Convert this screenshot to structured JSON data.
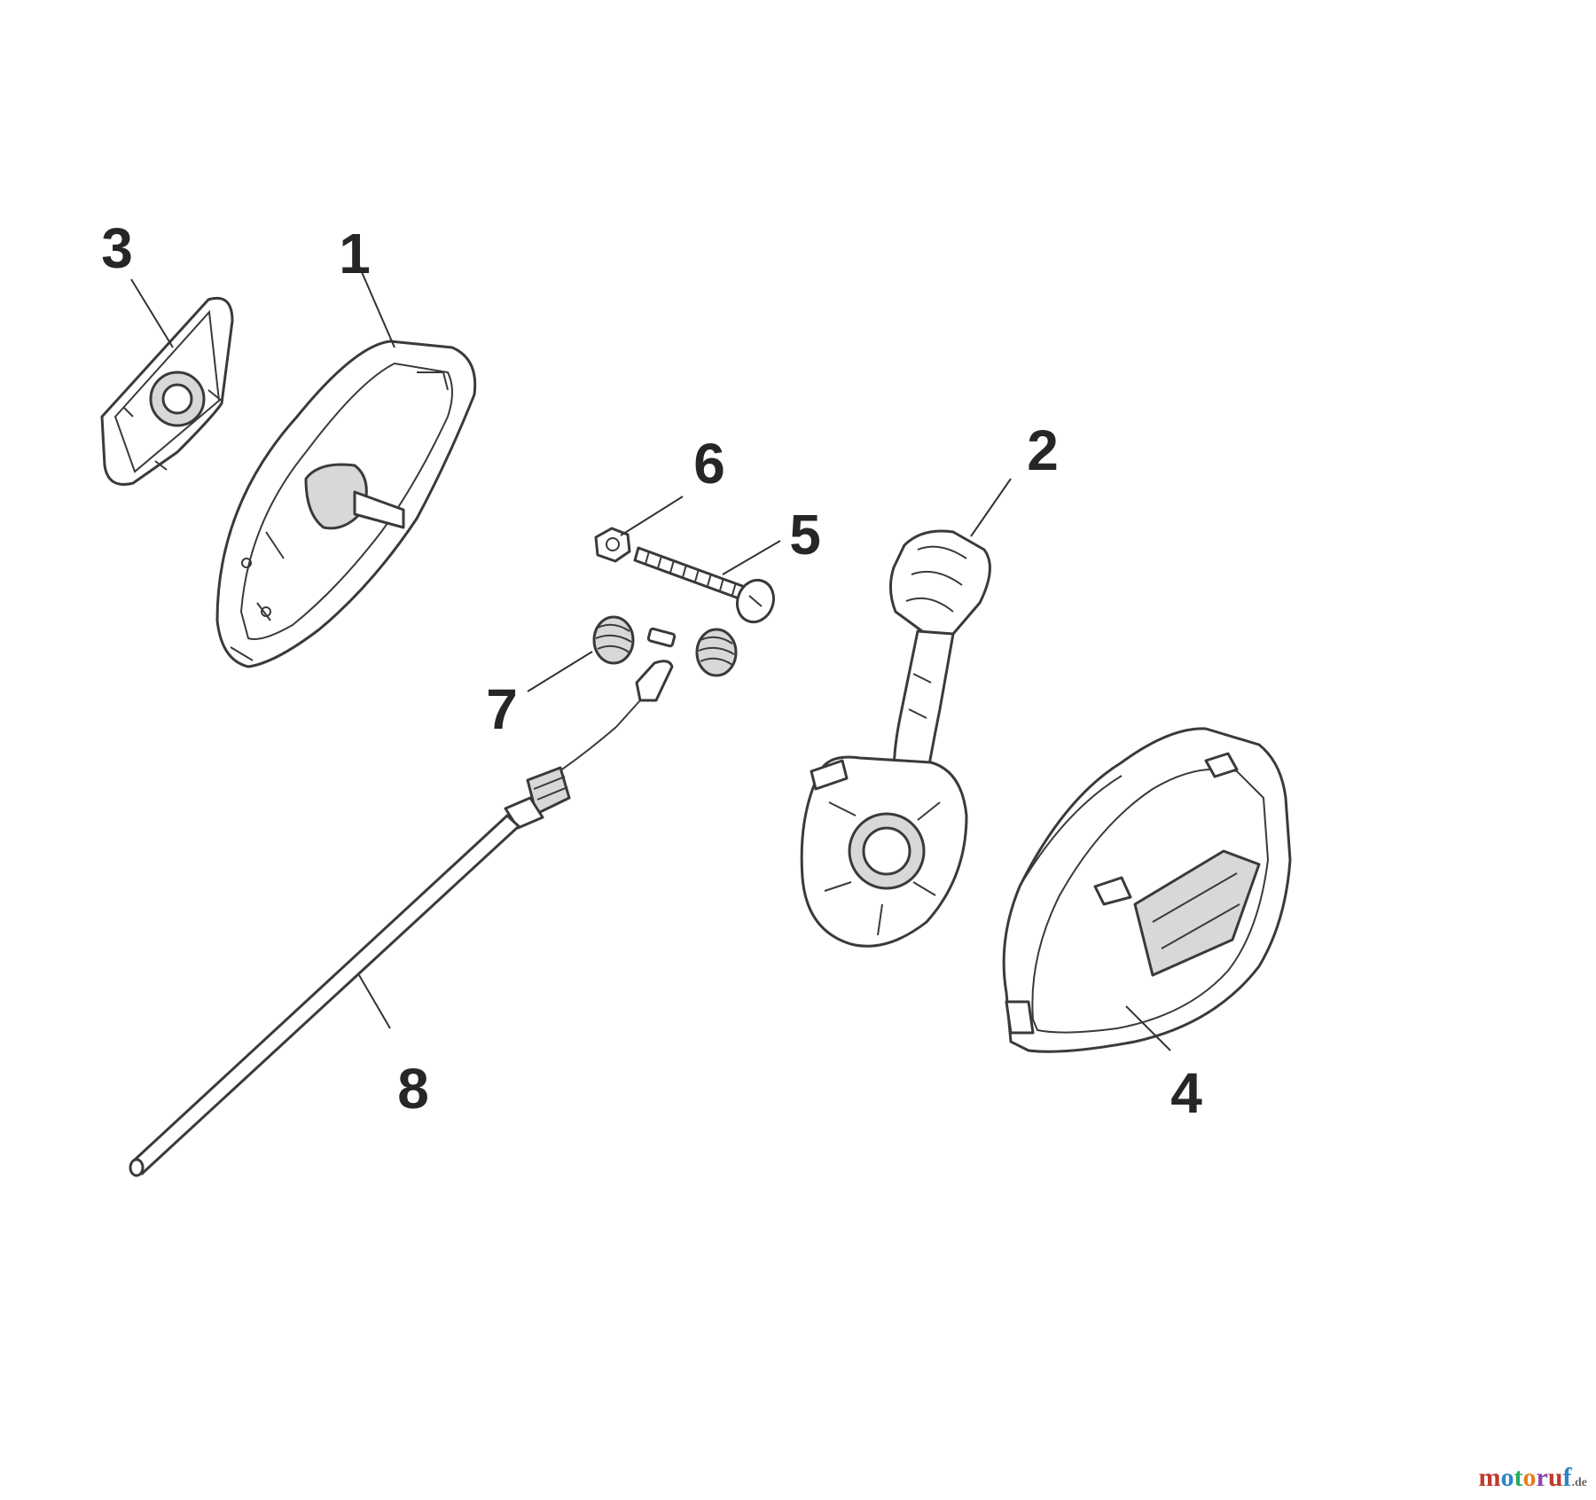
{
  "callouts": {
    "p1": "1",
    "p2": "2",
    "p3": "3",
    "p4": "4",
    "p5": "5",
    "p6": "6",
    "p7": "7",
    "p8": "8"
  },
  "watermark": {
    "text": "motoruf",
    "suffix": ".de",
    "colors": [
      "#c0392b",
      "#2e86c1",
      "#27ae60",
      "#e67e22",
      "#8e44ad"
    ]
  }
}
